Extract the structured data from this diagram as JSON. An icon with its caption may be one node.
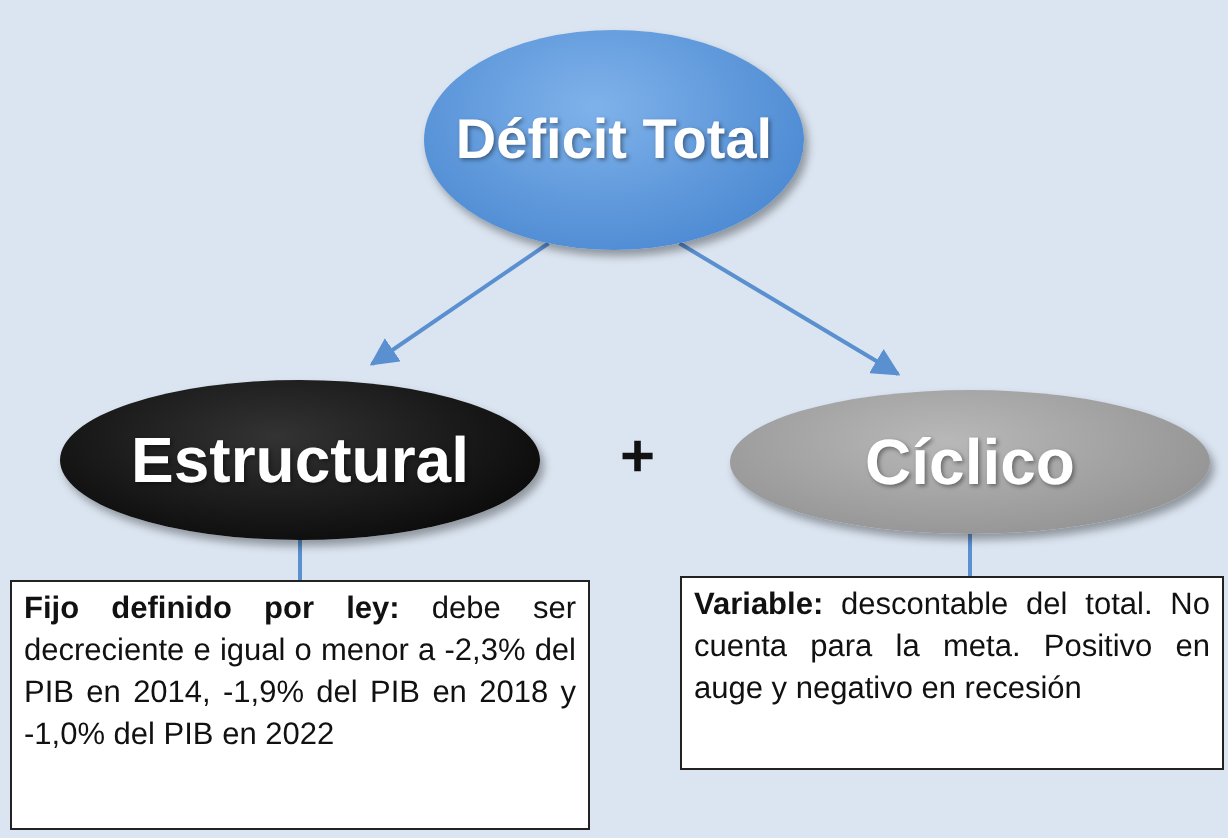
{
  "diagram": {
    "nodes": [
      {
        "text": [
          "Déficit Total"
        ]
      },
      {
        "text": [
          "Estructural"
        ]
      },
      {
        "text": [
          "Cíclico"
        ]
      },
      {
        "text": [
          "**Fijo definido por ley:** debe ser decreciente e igual o menor a -2,3% del PIB en 2014, -1,9% del PIB en 2018 y -1,0% del PIB en 2022"
        ]
      },
      {
        "text": [
          "**Variable:** descontable del total. No cuenta para la meta. Positivo en auge y negativo en recesión"
        ]
      }
    ],
    "edges": [
      {
        "from": 0,
        "to": 1,
        "arrow": "to"
      },
      {
        "from": 0,
        "to": 2,
        "arrow": "to"
      },
      {
        "from": 1,
        "to": 3,
        "arrow": "none"
      },
      {
        "from": 2,
        "to": 4,
        "arrow": "none"
      }
    ],
    "labels": [
      "+"
    ]
  }
}
